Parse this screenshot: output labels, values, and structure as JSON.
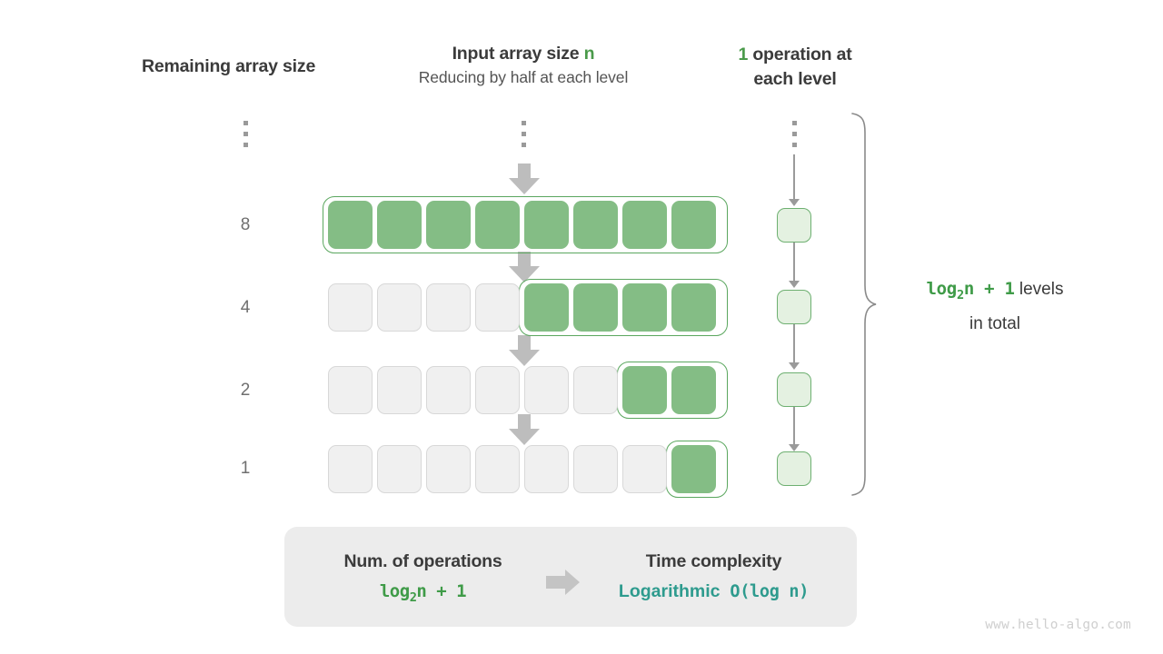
{
  "headers": {
    "left": "Remaining array size",
    "mid_line1_pre": "Input array size ",
    "mid_line1_var": "n",
    "mid_line2": "Reducing by half at each level",
    "right_num": "1",
    "right_rest": " operation at",
    "right_line2": "each level"
  },
  "ellipsis": {
    "symbol": "vertical-ellipsis",
    "dot_count": 3
  },
  "levels": [
    {
      "label": "8",
      "total_cells": 8,
      "active_cells": 8,
      "active_start_index": 0
    },
    {
      "label": "4",
      "total_cells": 8,
      "active_cells": 4,
      "active_start_index": 4
    },
    {
      "label": "2",
      "total_cells": 8,
      "active_cells": 2,
      "active_start_index": 6
    },
    {
      "label": "1",
      "total_cells": 8,
      "active_cells": 1,
      "active_start_index": 7
    }
  ],
  "operations_per_level": [
    1,
    1,
    1,
    1
  ],
  "brace": {
    "equation": "log₂n + 1",
    "equation_base": "log",
    "equation_sub": "2",
    "equation_tail": "n + 1",
    "label_after": " levels",
    "label_line2": "in total"
  },
  "panel": {
    "left_title": "Num. of operations",
    "left_value_base": "log",
    "left_value_sub": "2",
    "left_value_tail": "n + 1",
    "arrow": "right-arrow",
    "right_title": "Time complexity",
    "right_value_word": "Logarithmic",
    "right_value_notation": "O(log n)"
  },
  "watermark": "www.hello-algo.com",
  "colors": {
    "green_fill": "#84bd85",
    "green_border": "#5ba75f",
    "green_text": "#4a9a4a",
    "green_mono": "#3f9b48",
    "light_green_fill": "#e4f1e1",
    "light_green_border": "#6eb071",
    "gray_cell_fill": "#f0f0f0",
    "gray_cell_border": "#d8d8d8",
    "arrow_gray": "#bdbdbd",
    "teal": "#2e9b8e",
    "panel_bg": "#ececec",
    "text_dark": "#3b3b3b",
    "label_gray": "#6f6f6f",
    "watermark_gray": "#cfcfcf"
  }
}
